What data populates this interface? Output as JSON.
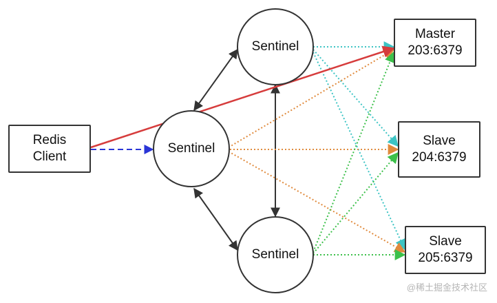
{
  "client": {
    "line1": "Redis",
    "line2": "Client"
  },
  "sentinels": [
    {
      "label": "Sentinel"
    },
    {
      "label": "Sentinel"
    },
    {
      "label": "Sentinel"
    }
  ],
  "servers": [
    {
      "role": "Master",
      "address": "203:6379"
    },
    {
      "role": "Slave",
      "address": "204:6379"
    },
    {
      "role": "Slave",
      "address": "205:6379"
    }
  ],
  "watermark": "@稀土掘金技术社区",
  "colors": {
    "client_to_master": "#d63c3c",
    "client_to_sentinel": "#2a35d6",
    "sentinel_mesh": "#333333",
    "sentinel_top_links": "#3cc4c4",
    "sentinel_middle_links": "#e08a3c",
    "sentinel_bottom_links": "#3cc04a"
  }
}
